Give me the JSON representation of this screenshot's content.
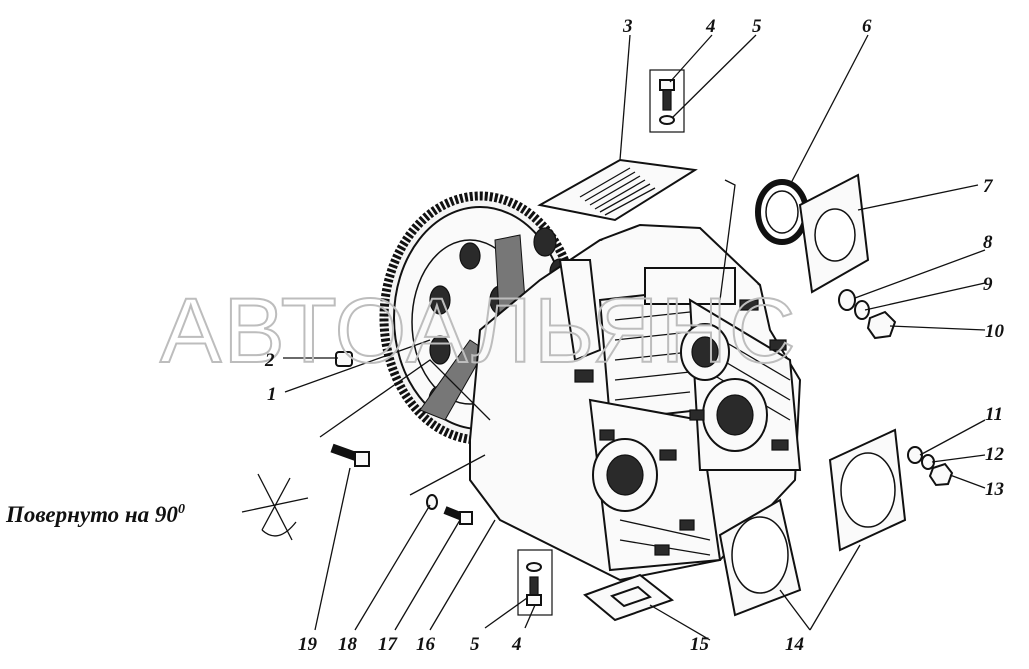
{
  "caption": {
    "text": "Повернуто на 90",
    "superscript": "0"
  },
  "watermark": "АВТОАЛЬЯНС",
  "callouts": [
    {
      "n": "1"
    },
    {
      "n": "2"
    },
    {
      "n": "3"
    },
    {
      "n": "4"
    },
    {
      "n": "5"
    },
    {
      "n": "6"
    },
    {
      "n": "7"
    },
    {
      "n": "8"
    },
    {
      "n": "9"
    },
    {
      "n": "10"
    },
    {
      "n": "11"
    },
    {
      "n": "12"
    },
    {
      "n": "13"
    },
    {
      "n": "14"
    },
    {
      "n": "15"
    },
    {
      "n": "16"
    },
    {
      "n": "17"
    },
    {
      "n": "18"
    },
    {
      "n": "19"
    },
    {
      "n": "5"
    },
    {
      "n": "4"
    }
  ],
  "colors": {
    "ink": "#111111",
    "watermark": "#bdbdbd",
    "background": "#ffffff"
  }
}
